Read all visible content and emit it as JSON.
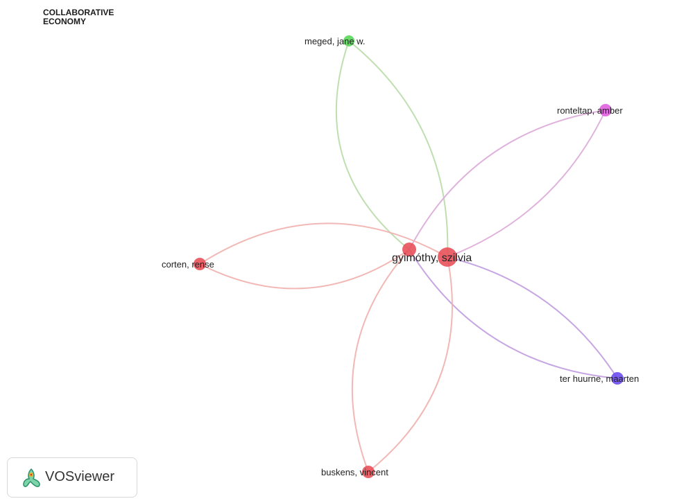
{
  "title": {
    "line1": "COLLABORATIVE",
    "line2": "ECONOMY"
  },
  "logo": {
    "label": "VOSviewer",
    "icon": "vosviewer-logo-icon"
  },
  "colors": {
    "red": "#e8515a",
    "green": "#5bd65b",
    "magenta": "#e060e0",
    "blue": "#6d4cf0",
    "edge_red": "#efb0ad",
    "edge_green": "#b8dba8",
    "edge_magenta": "#dcaad8",
    "edge_blue": "#c09ce0"
  },
  "nodes": [
    {
      "id": "meged",
      "label": "meged, jane w.",
      "cluster": "green"
    },
    {
      "id": "ronteltap",
      "label": "ronteltap, amber",
      "cluster": "magenta"
    },
    {
      "id": "gyimothy_a",
      "label": "",
      "cluster": "red"
    },
    {
      "id": "gyimothy",
      "label": "gyimóthy, szilvia",
      "cluster": "red"
    },
    {
      "id": "corten",
      "label": "corten, rense",
      "cluster": "red"
    },
    {
      "id": "terhuurne",
      "label": "ter huurne, maarten",
      "cluster": "blue"
    },
    {
      "id": "buskens",
      "label": "buskens, vincent",
      "cluster": "red"
    }
  ],
  "links": [
    {
      "source": "meged",
      "target": "gyimothy_a",
      "color": "edge_green"
    },
    {
      "source": "meged",
      "target": "gyimothy",
      "color": "edge_green"
    },
    {
      "source": "ronteltap",
      "target": "gyimothy_a",
      "color": "edge_magenta"
    },
    {
      "source": "ronteltap",
      "target": "gyimothy",
      "color": "edge_magenta"
    },
    {
      "source": "corten",
      "target": "gyimothy_a",
      "color": "edge_red"
    },
    {
      "source": "corten",
      "target": "gyimothy",
      "color": "edge_red"
    },
    {
      "source": "terhuurne",
      "target": "gyimothy_a",
      "color": "edge_blue"
    },
    {
      "source": "terhuurne",
      "target": "gyimothy",
      "color": "edge_blue"
    },
    {
      "source": "buskens",
      "target": "gyimothy_a",
      "color": "edge_red"
    },
    {
      "source": "buskens",
      "target": "gyimothy",
      "color": "edge_red"
    }
  ]
}
